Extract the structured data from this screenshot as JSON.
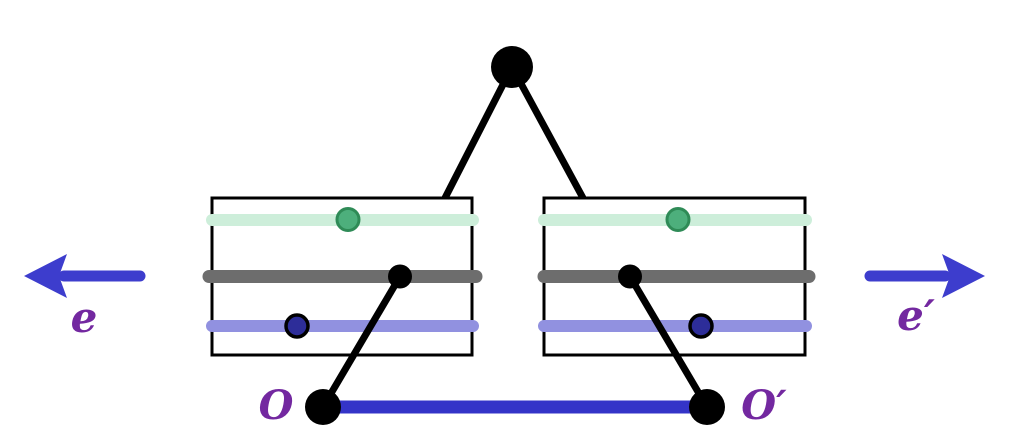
{
  "figure": {
    "labels": {
      "e": "e",
      "e_prime": "e′",
      "O": "O",
      "O_prime": "O′"
    },
    "colors": {
      "black": "#000000",
      "mint_line": "#cdeeda",
      "green_dot_fill": "#4daf7c",
      "green_dot_border": "#2f8b57",
      "gray_line": "#6d6d6d",
      "lavender_line": "#9191e0",
      "navy_dot_fill": "#2d2d99",
      "segment_blue": "#3434c8",
      "arrow_blue": "#3d3dcd",
      "label_purple": "#7328a0"
    }
  }
}
